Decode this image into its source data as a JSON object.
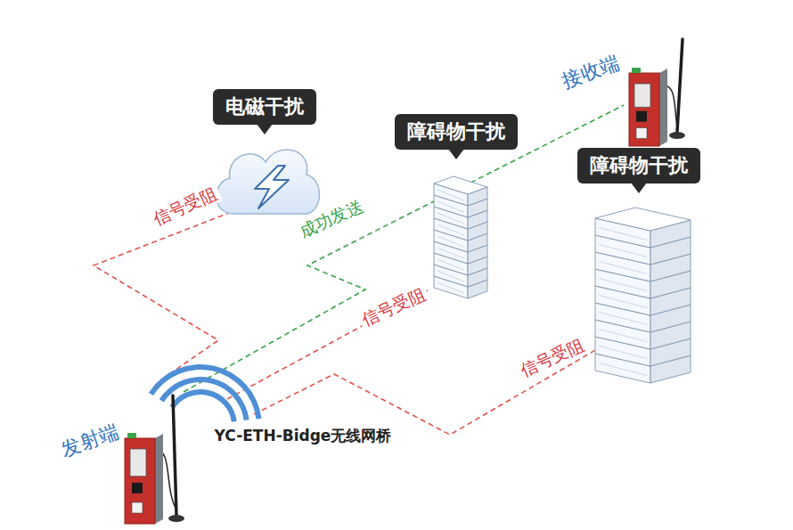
{
  "diagram": {
    "nodes": [
      {
        "text": [
          "电磁干扰"
        ]
      },
      {
        "text": [
          "障碍物干扰"
        ]
      },
      {
        "text": [
          "障碍物干扰"
        ]
      },
      {
        "text": [
          "接收端"
        ]
      },
      {
        "text": [
          "发射端"
        ]
      }
    ],
    "edges": [
      {
        "from": 4,
        "to": 3,
        "label": "成功发送",
        "arrow": "none"
      }
    ],
    "labels": [
      "信号受阻",
      "信号受阻",
      "信号受阻",
      "YC-ETH-Bidge无线网桥"
    ]
  }
}
